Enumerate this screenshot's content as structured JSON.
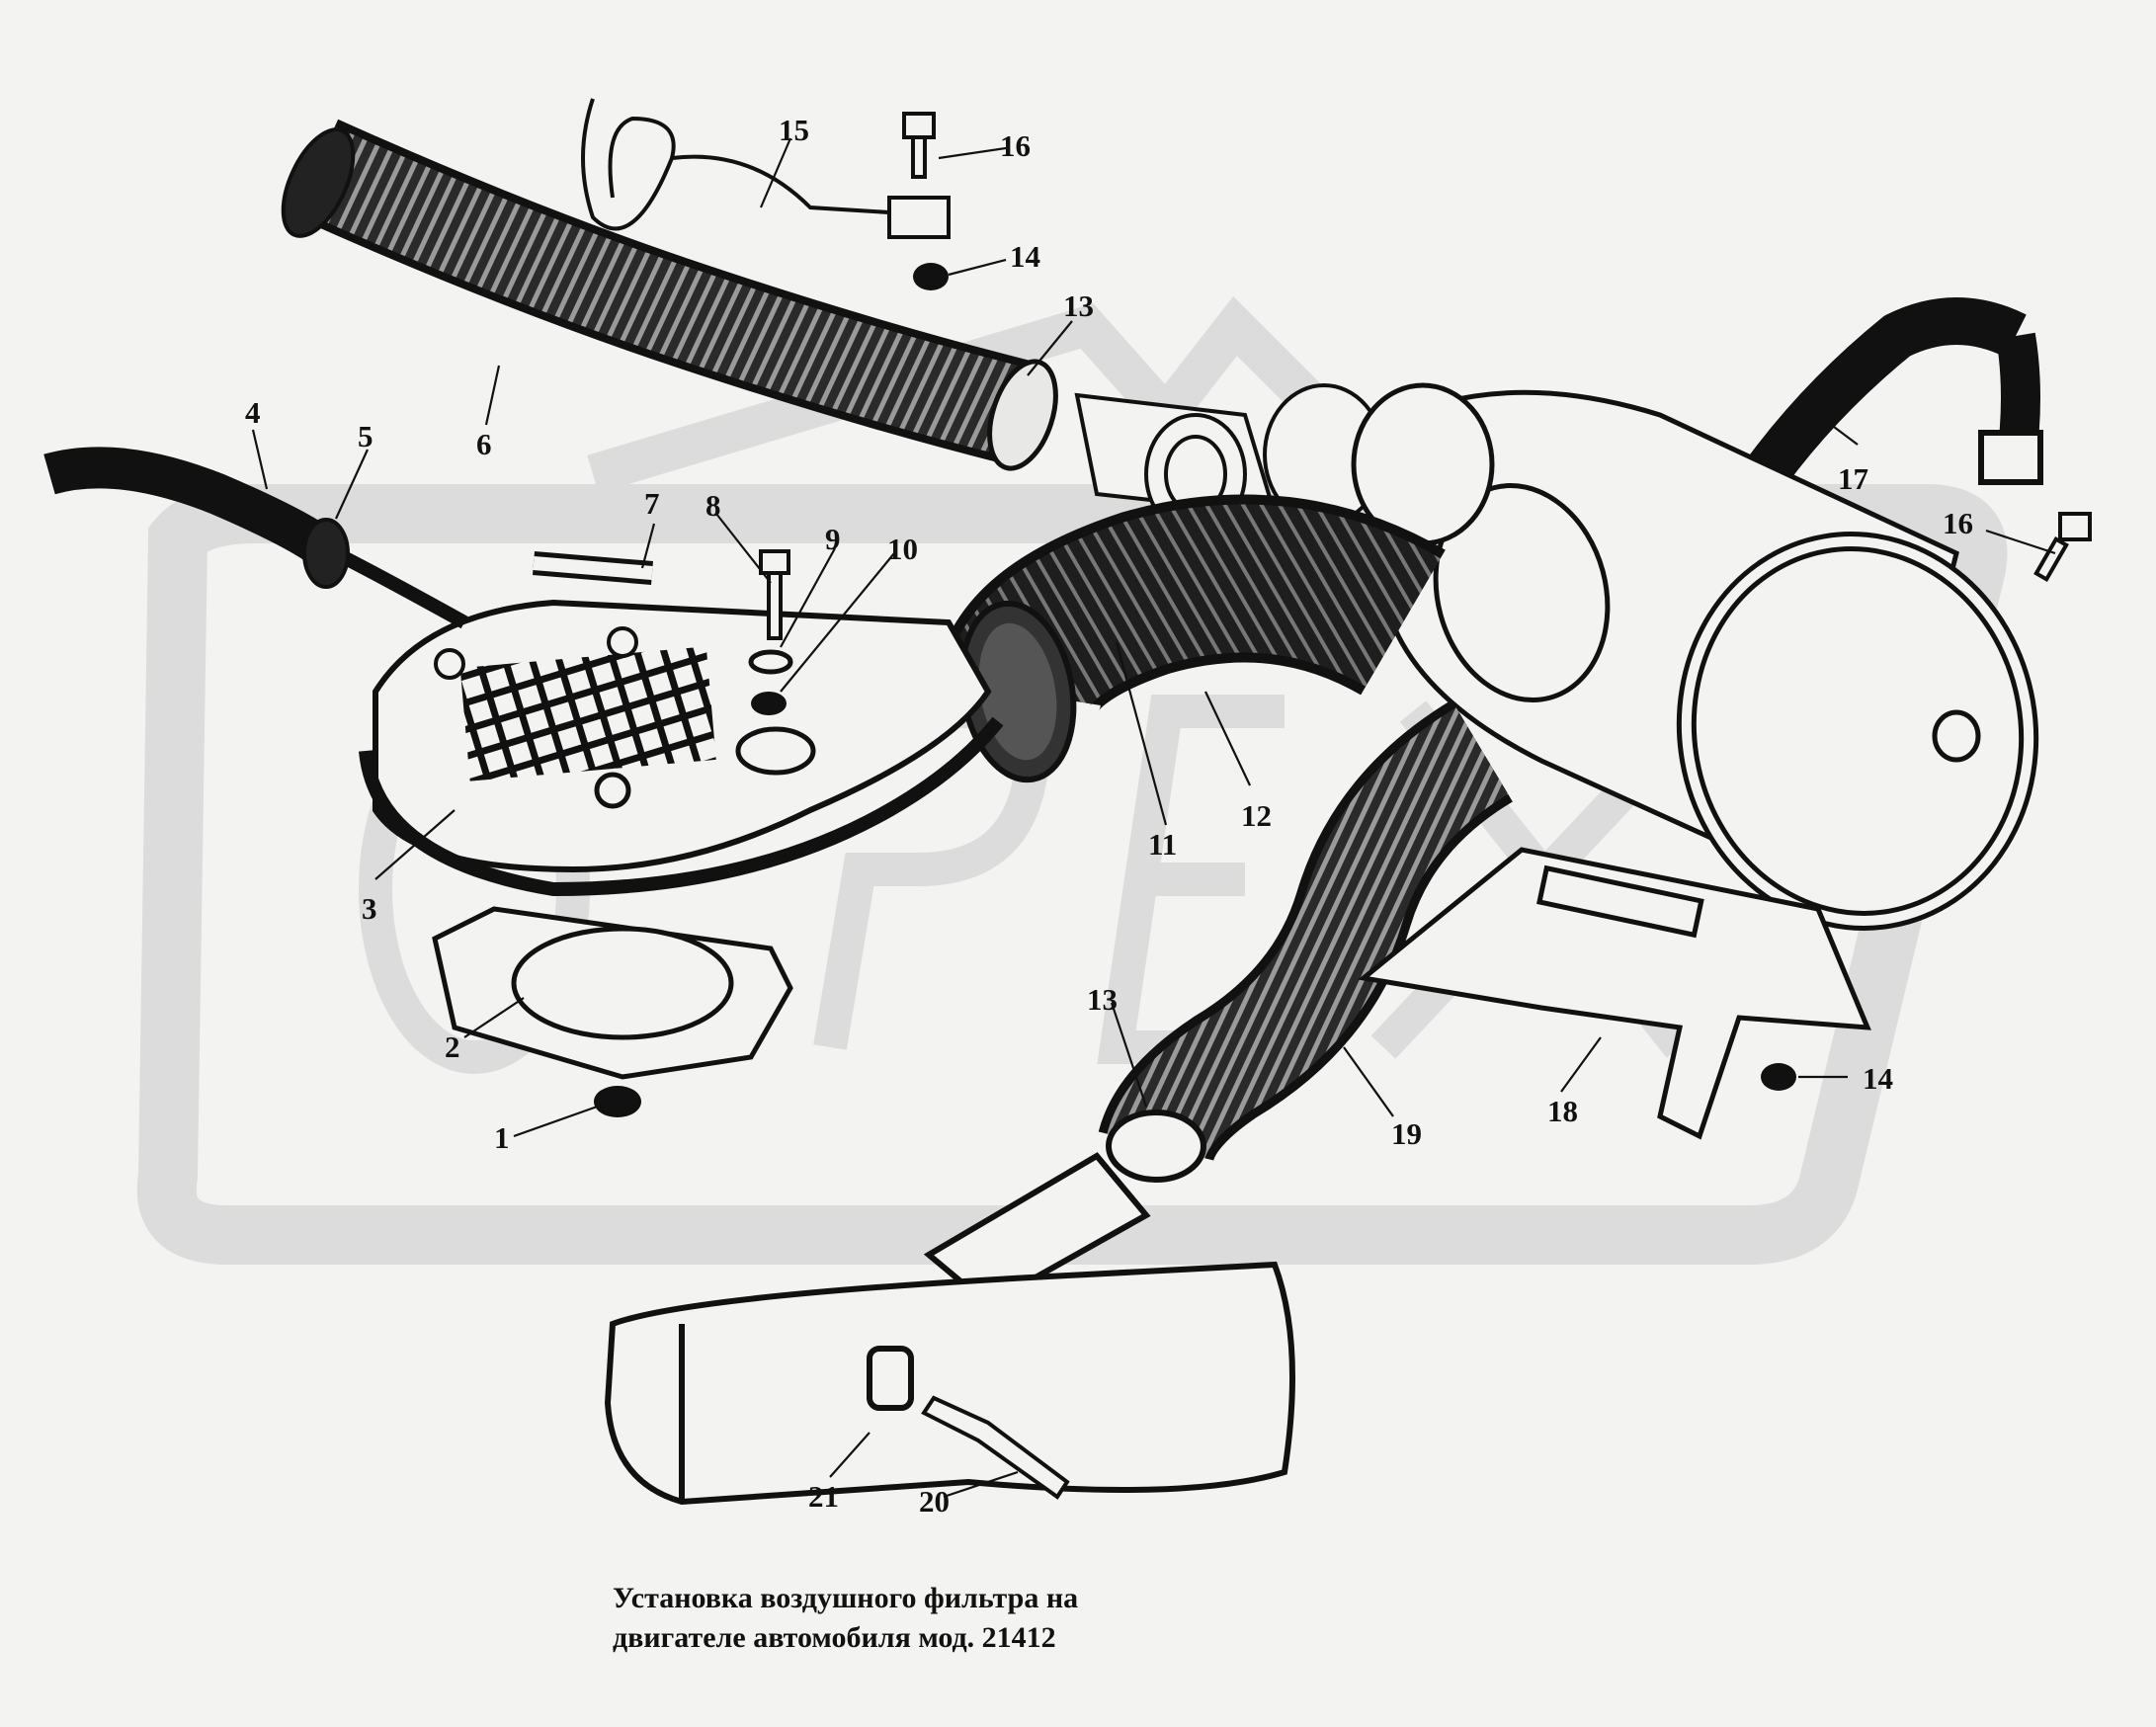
{
  "caption": {
    "line1": "Установка воздушного фильтра на",
    "line2": "двигателе автомобиля мод. 21412"
  },
  "watermark": "OPEX",
  "callouts": [
    "1",
    "2",
    "3",
    "4",
    "5",
    "6",
    "7",
    "8",
    "9",
    "10",
    "11",
    "12",
    "13",
    "13",
    "14",
    "14",
    "15",
    "16",
    "16",
    "17",
    "18",
    "19",
    "20",
    "21"
  ],
  "colors": {
    "ink": "#111111",
    "paper": "#f3f3f1",
    "watermark": "#dcdcdc"
  }
}
